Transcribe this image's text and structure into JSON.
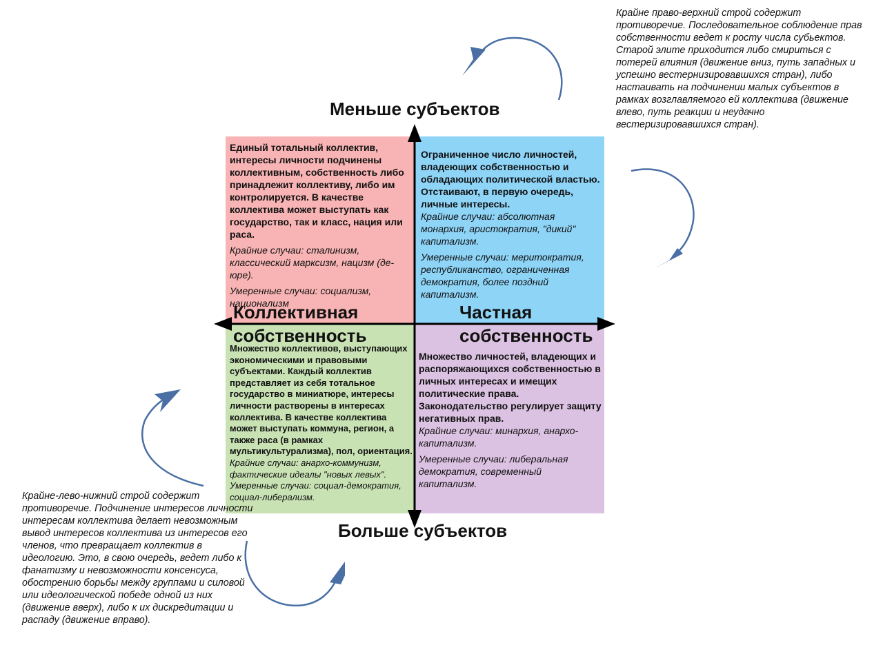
{
  "colors": {
    "collective_few": "#f8b4b4",
    "private_few": "#8ed4f7",
    "collective_many": "#c8e2b4",
    "private_many": "#dcc2e2",
    "arrows": "#4a6fa5",
    "axes": "#000000"
  },
  "axes": {
    "top": "Меньше субъектов",
    "bottom": "Больше субъектов",
    "left_line1": "Коллективная",
    "left_line2": "собственность",
    "right_line1": "Частная",
    "right_line2": "собственность"
  },
  "quadrants": {
    "top_left": {
      "description": "Единый тотальный коллектив, интересы личности подчинены коллективным, собственность либо принадлежит коллективу, либо им контролируется. В качестве коллектива может выступать как государство, так и класс, нация или раса.",
      "extreme": "Крайние случаи: сталинизм, классический марксизм, нацизм (де-юре).",
      "moderate": "Умеренные случаи: социализм, национализм"
    },
    "top_right": {
      "description": "Ограниченное число личностей, владеющих собственностью и обладающих политической властью. Отстаивают, в первую очередь, личные интересы.",
      "extreme": "Крайние случаи: абсолютная монархия, аристократия, \"дикий\" капитализм.",
      "moderate": "Умеренные случаи: меритократия, республиканство, ограниченная демократия, более поздний капитализм."
    },
    "bottom_left": {
      "description": "Множество коллективов, выступающих экономическими и правовыми субъектами. Каждый коллектив представляет из себя тотальное государство в миниатюре, интересы личности растворены в интересах коллектива. В качестве коллектива может выступать коммуна, регион, а также раса (в рамках мультикультурализма), пол, ориентация.",
      "extreme": "Крайние случаи: анархо-коммунизм, фактические идеалы \"новых левых\".",
      "moderate": "Умеренные случаи: социал-демократия, социал-либерализм."
    },
    "bottom_right": {
      "description": "Множество личностей, владеющих и распоряжающихся собственностью в личных интересах и имещих политические права. Законодательство регулирует защиту негативных прав.",
      "extreme": "Крайние случаи: минархия, анархо-капитализм.",
      "moderate": "Умеренные случаи: либеральная демократия, современный капитализм."
    }
  },
  "notes": {
    "top_right": "Крайне право-верхний строй содержит противоречие. Последовательное соблюдение прав собственности ведет к росту числа субьектов. Старой элите приходится либо смириться с потерей влияния (движение вниз, путь западных и успешно вестернизировавшихся стран), либо настаивать на подчинении малых субъектов в рамках возглавляемого ей коллектива (движение влево, путь реакции и неудачно вестеризировавшихся стран).",
    "bottom_left": "Крайне-лево-нижний строй содержит противоречие. Подчинение интересов личности интересам коллектива делает невозможным вывод интересов коллектива из интересов его членов, что превращает коллектив в идеологию. Это, в свою очередь, ведет либо к фанатизму и невозможности консенсуса, обострению борьбы между группами и силовой или идеологической победе одной из них (движение вверх), либо к их дискредитации и распаду (движение вправо)."
  }
}
